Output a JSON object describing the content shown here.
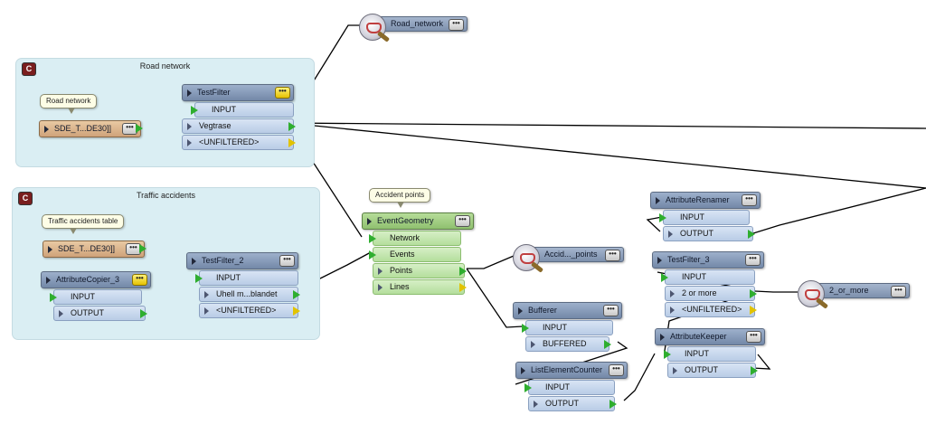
{
  "bookmarks": {
    "road": {
      "title": "Road network"
    },
    "traffic": {
      "title": "Traffic accidents"
    }
  },
  "notes": {
    "road": "Road network",
    "traffic": "Traffic accidents table",
    "accident": "Accident points"
  },
  "readers": {
    "road": {
      "label": "SDE_T...DE30]]"
    },
    "traffic": {
      "label": "SDE_T...DE30]]"
    }
  },
  "transformers": {
    "testfilter": {
      "title": "TestFilter",
      "ports": [
        "INPUT",
        "Vegtrase",
        "<UNFILTERED>"
      ]
    },
    "attrcopier": {
      "title": "AttributeCopier_3",
      "ports": [
        "INPUT",
        "OUTPUT"
      ]
    },
    "testfilter2": {
      "title": "TestFilter_2",
      "ports": [
        "INPUT",
        "Uhell m...blandet",
        "<UNFILTERED>"
      ]
    },
    "eventgeom": {
      "title": "EventGeometry",
      "ports": [
        "Network",
        "Events",
        "Points",
        "Lines"
      ]
    },
    "bufferer": {
      "title": "Bufferer",
      "ports": [
        "INPUT",
        "BUFFERED"
      ]
    },
    "listcounter": {
      "title": "ListElementCounter",
      "ports": [
        "INPUT",
        "OUTPUT"
      ]
    },
    "attrrenamer": {
      "title": "AttributeRenamer",
      "ports": [
        "INPUT",
        "OUTPUT"
      ]
    },
    "testfilter3": {
      "title": "TestFilter_3",
      "ports": [
        "INPUT",
        "2 or more",
        "<UNFILTERED>"
      ]
    },
    "attrkeeper": {
      "title": "AttributeKeeper",
      "ports": [
        "INPUT",
        "OUTPUT"
      ]
    }
  },
  "writers": {
    "road_network": "Road_network",
    "accid_points": "Accid..._points",
    "two_or_more": "2_or_more"
  },
  "ui": {
    "more_glyph": "•••",
    "bookmark_glyph": "C"
  },
  "colors": {
    "bookmark_bg": "#daeef3",
    "transformer": "#8a9dbb",
    "port": "#c6d6ec",
    "wire": "#000000",
    "pin": "#2fae2f"
  }
}
